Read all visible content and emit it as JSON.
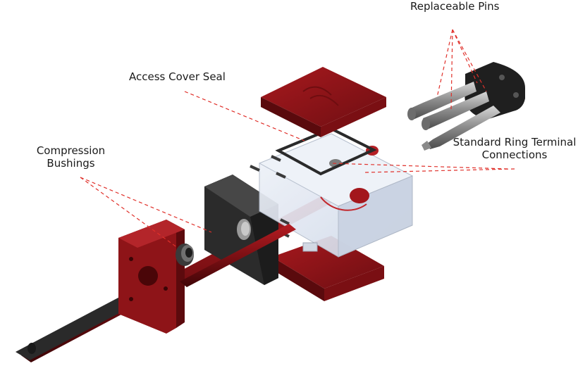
{
  "labels": {
    "replaceable_pins": "Replaceable Pins",
    "access_cover_seal": "Access Cover  Seal",
    "compression_line1": "Compression",
    "compression_line2": "Bushings",
    "ring_line1": "Standard Ring Terminal",
    "ring_line2": "Connections"
  },
  "colors": {
    "red_part": "#8e1418",
    "red_dark": "#5c0a0d",
    "black_part": "#2b2b2b",
    "glass": "#dfe6f2",
    "steel": "#9a9a9a",
    "leader": "#e0302a"
  }
}
